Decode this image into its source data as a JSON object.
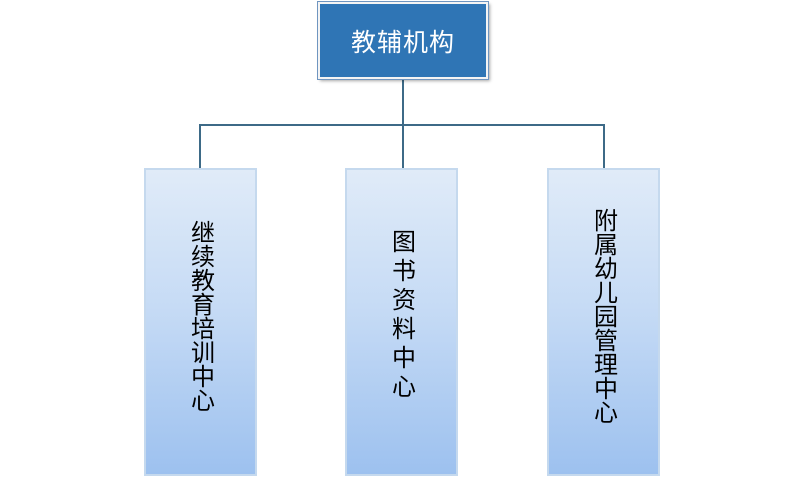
{
  "org_chart": {
    "root": {
      "label": "教辅机构"
    },
    "children": [
      {
        "label": "继续教育培训中心"
      },
      {
        "label": "图书资料中心"
      },
      {
        "label": "附属幼儿园管理中心"
      }
    ]
  },
  "colors": {
    "root_fill": "#2f75b5",
    "child_fill_top": "#e0ebf8",
    "child_fill_bottom": "#9dc1ef",
    "connector": "#3d6a87"
  }
}
